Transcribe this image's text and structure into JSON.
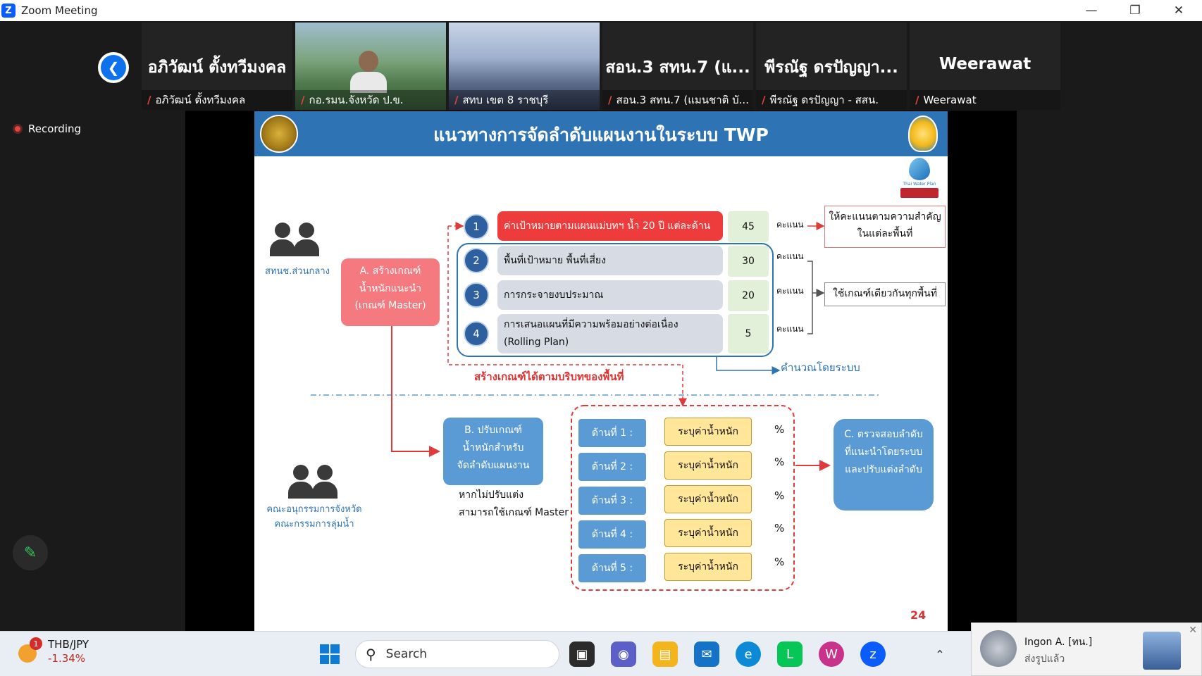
{
  "window": {
    "title": "Zoom Meeting",
    "app_icon": "Z",
    "controls": [
      "—",
      "❐",
      "✕"
    ]
  },
  "participants": [
    {
      "big_name": "อภิวัฒน์ ตั้งทวีมงคล",
      "label": "อภิวัฒน์ ตั้งทวีมงคล",
      "video": false
    },
    {
      "big_name": "",
      "label": "กอ.รมน.จังหวัด ป.ข.",
      "video": true
    },
    {
      "big_name": "",
      "label": "สทบ เขต 8 ราชบุรี",
      "video": true
    },
    {
      "big_name": "สอน.3 สทน.7 (แ...",
      "label": "สอน.3 สทน.7 (แมนชาติ บั...",
      "video": false
    },
    {
      "big_name": "พีรณัฐ ดรปัญญา...",
      "label": "พีรณัฐ ดรปัญญา - สสน.",
      "video": false
    },
    {
      "big_name": "Weerawat",
      "label": "Weerawat",
      "video": false
    }
  ],
  "recording": {
    "label": "Recording"
  },
  "slide": {
    "title": "แนวทางการจัดลำดับแผนงานในระบบ TWP",
    "logo_text": "Thai Water Plan",
    "group_central": "สทนช.ส่วนกลาง",
    "group_province": [
      "คณะอนุกรรมการจังหวัด",
      "คณะกรรมการลุ่มน้ำ"
    ],
    "box_a": [
      "A. สร้างเกณฑ์",
      "น้ำหนักแนะนำ",
      "(เกณฑ์ Master)"
    ],
    "criteria": [
      {
        "num": "1",
        "text": "ค่าเป้าหมายตามแผนแม่บทฯ น้ำ 20 ปี แต่ละด้าน",
        "score": "45",
        "unit": "คะแนน"
      },
      {
        "num": "2",
        "text": "พื้นที่เป้าหมาย พื้นที่เสี่ยง",
        "score": "30",
        "unit": "คะแนน"
      },
      {
        "num": "3",
        "text": "การกระจายงบประมาณ",
        "score": "20",
        "unit": "คะแนน"
      },
      {
        "num": "4",
        "text_lines": [
          "การเสนอแผนที่มีความพร้อมอย่างต่อเนื่อง",
          "(Rolling Plan)"
        ],
        "score": "5",
        "unit": "คะแนน"
      }
    ],
    "side_note_1": [
      "ให้คะแนนตามความสำคัญ",
      "ในแต่ละพื้นที่"
    ],
    "side_note_2": "ใช้เกณฑ์เดียวกันทุกพื้นที่",
    "calc_note": "คำนวณโดยระบบ",
    "adjust_note": "สร้างเกณฑ์ได้ตามบริบทของพื้นที่",
    "box_b": [
      "B. ปรับเกณฑ์",
      "น้ำหนักสำหรับ",
      "จัดลำดับแผนงาน"
    ],
    "note_b": [
      "หากไม่ปรับแต่ง",
      "สามารถใช้เกณฑ์ Master"
    ],
    "sides": [
      {
        "label": "ด้านที่ 1 :",
        "input": "ระบุค่าน้ำหนัก",
        "pct": "%"
      },
      {
        "label": "ด้านที่ 2 :",
        "input": "ระบุค่าน้ำหนัก",
        "pct": "%"
      },
      {
        "label": "ด้านที่ 3 :",
        "input": "ระบุค่าน้ำหนัก",
        "pct": "%"
      },
      {
        "label": "ด้านที่ 4 :",
        "input": "ระบุค่าน้ำหนัก",
        "pct": "%"
      },
      {
        "label": "ด้านที่ 5 :",
        "input": "ระบุค่าน้ำหนัก",
        "pct": "%"
      }
    ],
    "box_c": [
      "C. ตรวจสอบลำดับ",
      "ที่แนะนำโดยระบบ",
      "และปรับแต่งลำดับ"
    ],
    "page_number": "24"
  },
  "taskbar": {
    "ticker": {
      "symbol": "THB/JPY",
      "change": "-1.34%",
      "badge": "1"
    },
    "search_placeholder": "Search"
  },
  "toast": {
    "name": "Ingon A. [ทน.]",
    "message": "ส่งรูปแล้ว",
    "close": "✕"
  }
}
